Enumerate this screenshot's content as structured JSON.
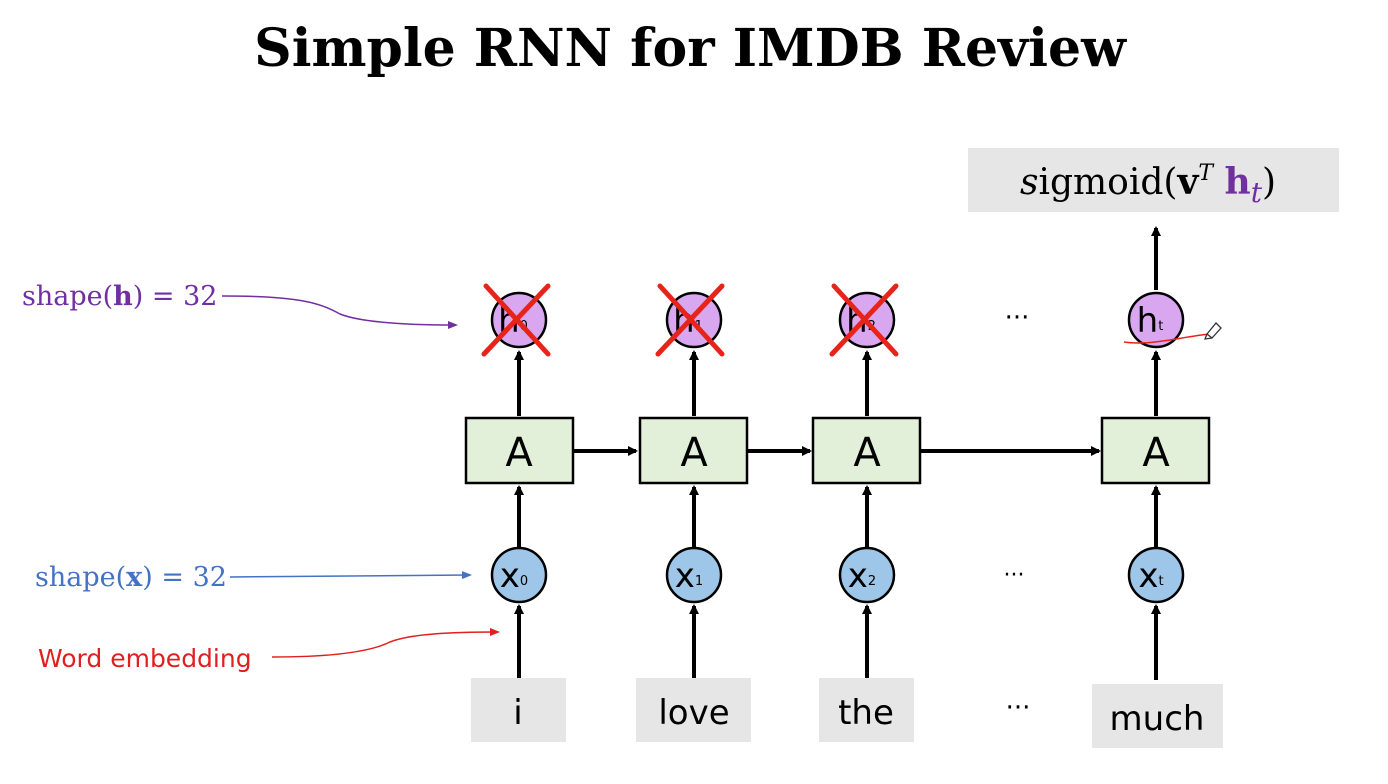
{
  "title": "Simple RNN for IMDB Review",
  "output": {
    "func": "sigmoid",
    "open": "(",
    "v": "v",
    "sup": "T",
    "h": "h",
    "sub": "t",
    "close": ")",
    "prefix_italic": "s",
    "func_rest": "igmoid"
  },
  "annotations": {
    "shape_h": {
      "pre": "shape(",
      "var": "h",
      "post": ") = 32"
    },
    "shape_x": {
      "pre": "shape(",
      "var": "x",
      "post": ") = 32"
    },
    "word_embedding": "Word embedding"
  },
  "cells": [
    {
      "cell_label": "A",
      "h_main": "h",
      "h_sub": "0",
      "h_crossed": true,
      "x_main": "x",
      "x_sub": "0",
      "word": "i"
    },
    {
      "cell_label": "A",
      "h_main": "h",
      "h_sub": "1",
      "h_crossed": true,
      "x_main": "x",
      "x_sub": "1",
      "word": "love"
    },
    {
      "cell_label": "A",
      "h_main": "h",
      "h_sub": "2",
      "h_crossed": true,
      "x_main": "x",
      "x_sub": "2",
      "word": "the"
    },
    {
      "cell_label": "A",
      "h_main": "h",
      "h_sub": "t",
      "h_crossed": false,
      "x_main": "x",
      "x_sub": "t",
      "word": "much"
    }
  ],
  "ellipsis": "···",
  "colors": {
    "cell_fill": "#e2f0d9",
    "h_fill": "#d9a7f0",
    "x_fill": "#9ec6e8",
    "word_box": "#e6e6e6",
    "cross": "#e8231a",
    "purple_text": "#7030a0",
    "blue_text": "#4472c4",
    "red_text": "#e02020"
  }
}
